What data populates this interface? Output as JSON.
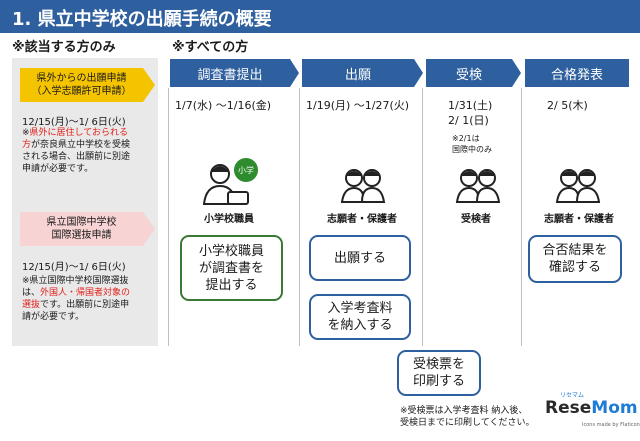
{
  "title": "1. 県立中学校の出願手続の概要",
  "left_heading": "※該当する方のみ",
  "right_heading": "※すべての方",
  "side": {
    "box1": {
      "line1": "県外からの出願申請",
      "line2": "（入学志願許可申請）"
    },
    "date1": "12/15(月)～1/ 6日(火)",
    "note1": {
      "prefix": "※",
      "red": "県外に居住しておられる",
      "rest1": "方",
      "rest2": "が奈良県立中学校を受検",
      "rest3": "される場合、出願前に別途",
      "rest4": "申請が必要です。"
    },
    "box2": {
      "line1": "県立国際中学校",
      "line2": "国際選抜申請"
    },
    "date2": "12/15(月)～1/ 6日(火)",
    "note2": {
      "line1": "※県立国際中学校国際選抜",
      "line2a": "は、",
      "line2red": "外国人・帰国者対象の",
      "line3red": "選抜",
      "line3rest": "です。出願前に別途申",
      "line4": "請が必要です。"
    }
  },
  "steps": [
    {
      "label": "調査書提出",
      "date": "1/7(水) ～1/16(金)",
      "role": "小学校職員",
      "action": [
        "小学校職員",
        "が調査書を",
        "提出する"
      ]
    },
    {
      "label": "出願",
      "date": "1/19(月) ～1/27(火)",
      "role": "志願者・保護者",
      "action": [
        "出願する"
      ],
      "action2": [
        "入学考査料",
        "を納入する"
      ]
    },
    {
      "label": "受検",
      "date1": "1/31(土)",
      "date2": "2/ 1(日)",
      "note1": "※2/1は",
      "note2": "国際中のみ",
      "role": "受検者"
    },
    {
      "label": "合格発表",
      "date": "2/ 5(木)",
      "role": "志願者・保護者",
      "action": [
        "合否結果を",
        "確認する"
      ]
    }
  ],
  "ticket_box": [
    "受検票を",
    "印刷する"
  ],
  "footer": {
    "line1": "※受検票は入学考査料 納入後、",
    "line2": "受検日までに印刷してください。"
  },
  "icon_badge": "小学",
  "logo": {
    "prefix": "Rese",
    "suffix": "Mom",
    "ruby": "リセマム",
    "small": "Icons made by Flaticon"
  }
}
